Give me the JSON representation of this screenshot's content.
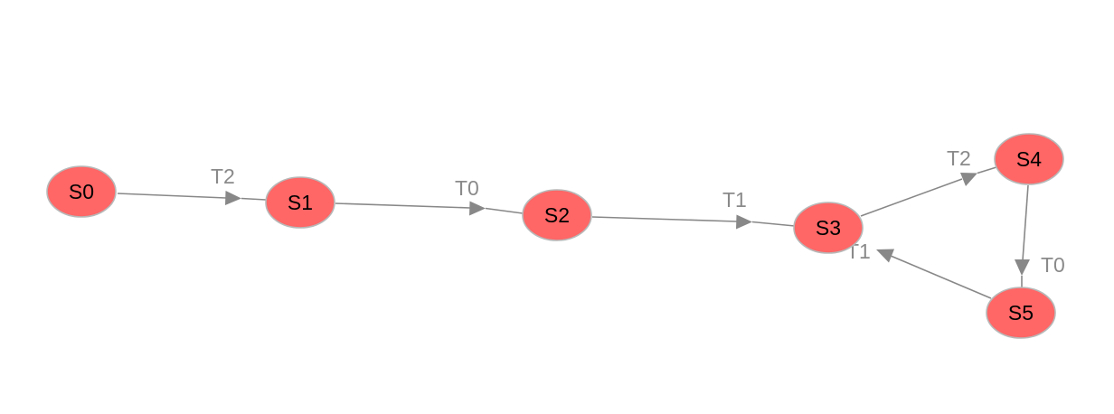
{
  "colors": {
    "node_fill": "#ff6666",
    "node_border": "#b8b8b8",
    "edge": "#888888",
    "edge_label": "#8a8a8a",
    "node_text": "#000000"
  },
  "nodes": [
    {
      "id": "S0",
      "label": "S0"
    },
    {
      "id": "S1",
      "label": "S1"
    },
    {
      "id": "S2",
      "label": "S2"
    },
    {
      "id": "S3",
      "label": "S3"
    },
    {
      "id": "S4",
      "label": "S4"
    },
    {
      "id": "S5",
      "label": "S5"
    }
  ],
  "edges": [
    {
      "from": "S0",
      "to": "S1",
      "label": "T2"
    },
    {
      "from": "S1",
      "to": "S2",
      "label": "T0"
    },
    {
      "from": "S2",
      "to": "S3",
      "label": "T1"
    },
    {
      "from": "S3",
      "to": "S4",
      "label": "T2"
    },
    {
      "from": "S4",
      "to": "S5",
      "label": "T0"
    },
    {
      "from": "S5",
      "to": "S3",
      "label": "T1"
    }
  ]
}
